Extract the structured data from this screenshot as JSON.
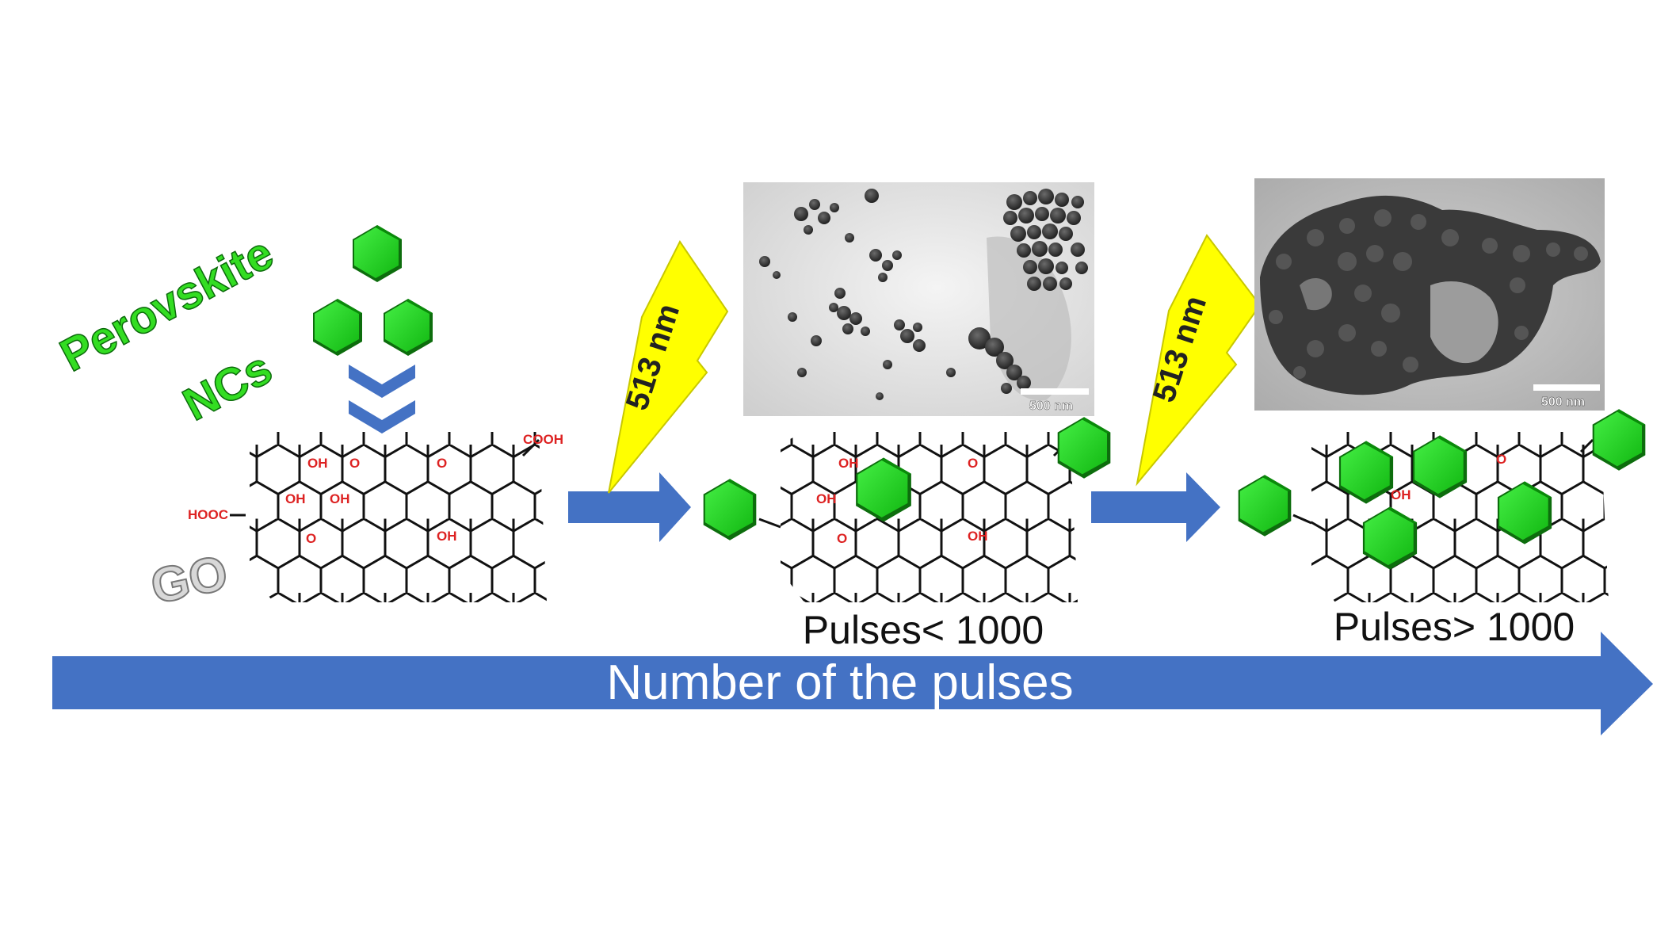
{
  "precursor": {
    "word1": "Perovskite",
    "word2": "NCs"
  },
  "go_label": "GO",
  "functional_groups": {
    "cooh": "COOH",
    "hooc": "HOOC",
    "oh": "OH",
    "o": "O"
  },
  "laser_label": "513 nm",
  "stages": [
    {
      "caption": "Pulses< 1000",
      "scale_bar": "500 nm"
    },
    {
      "caption": "Pulses> 1000",
      "scale_bar": "500 nm"
    }
  ],
  "axis_label": "Number of the pulses",
  "colors": {
    "arrow_blue": "#4472c4",
    "nc_green": "#22cc22",
    "nc_outline": "#0a5a0a",
    "bolt_yellow": "#ffff00",
    "precursor_text": "#33dd22",
    "group_red": "#dd2222"
  }
}
